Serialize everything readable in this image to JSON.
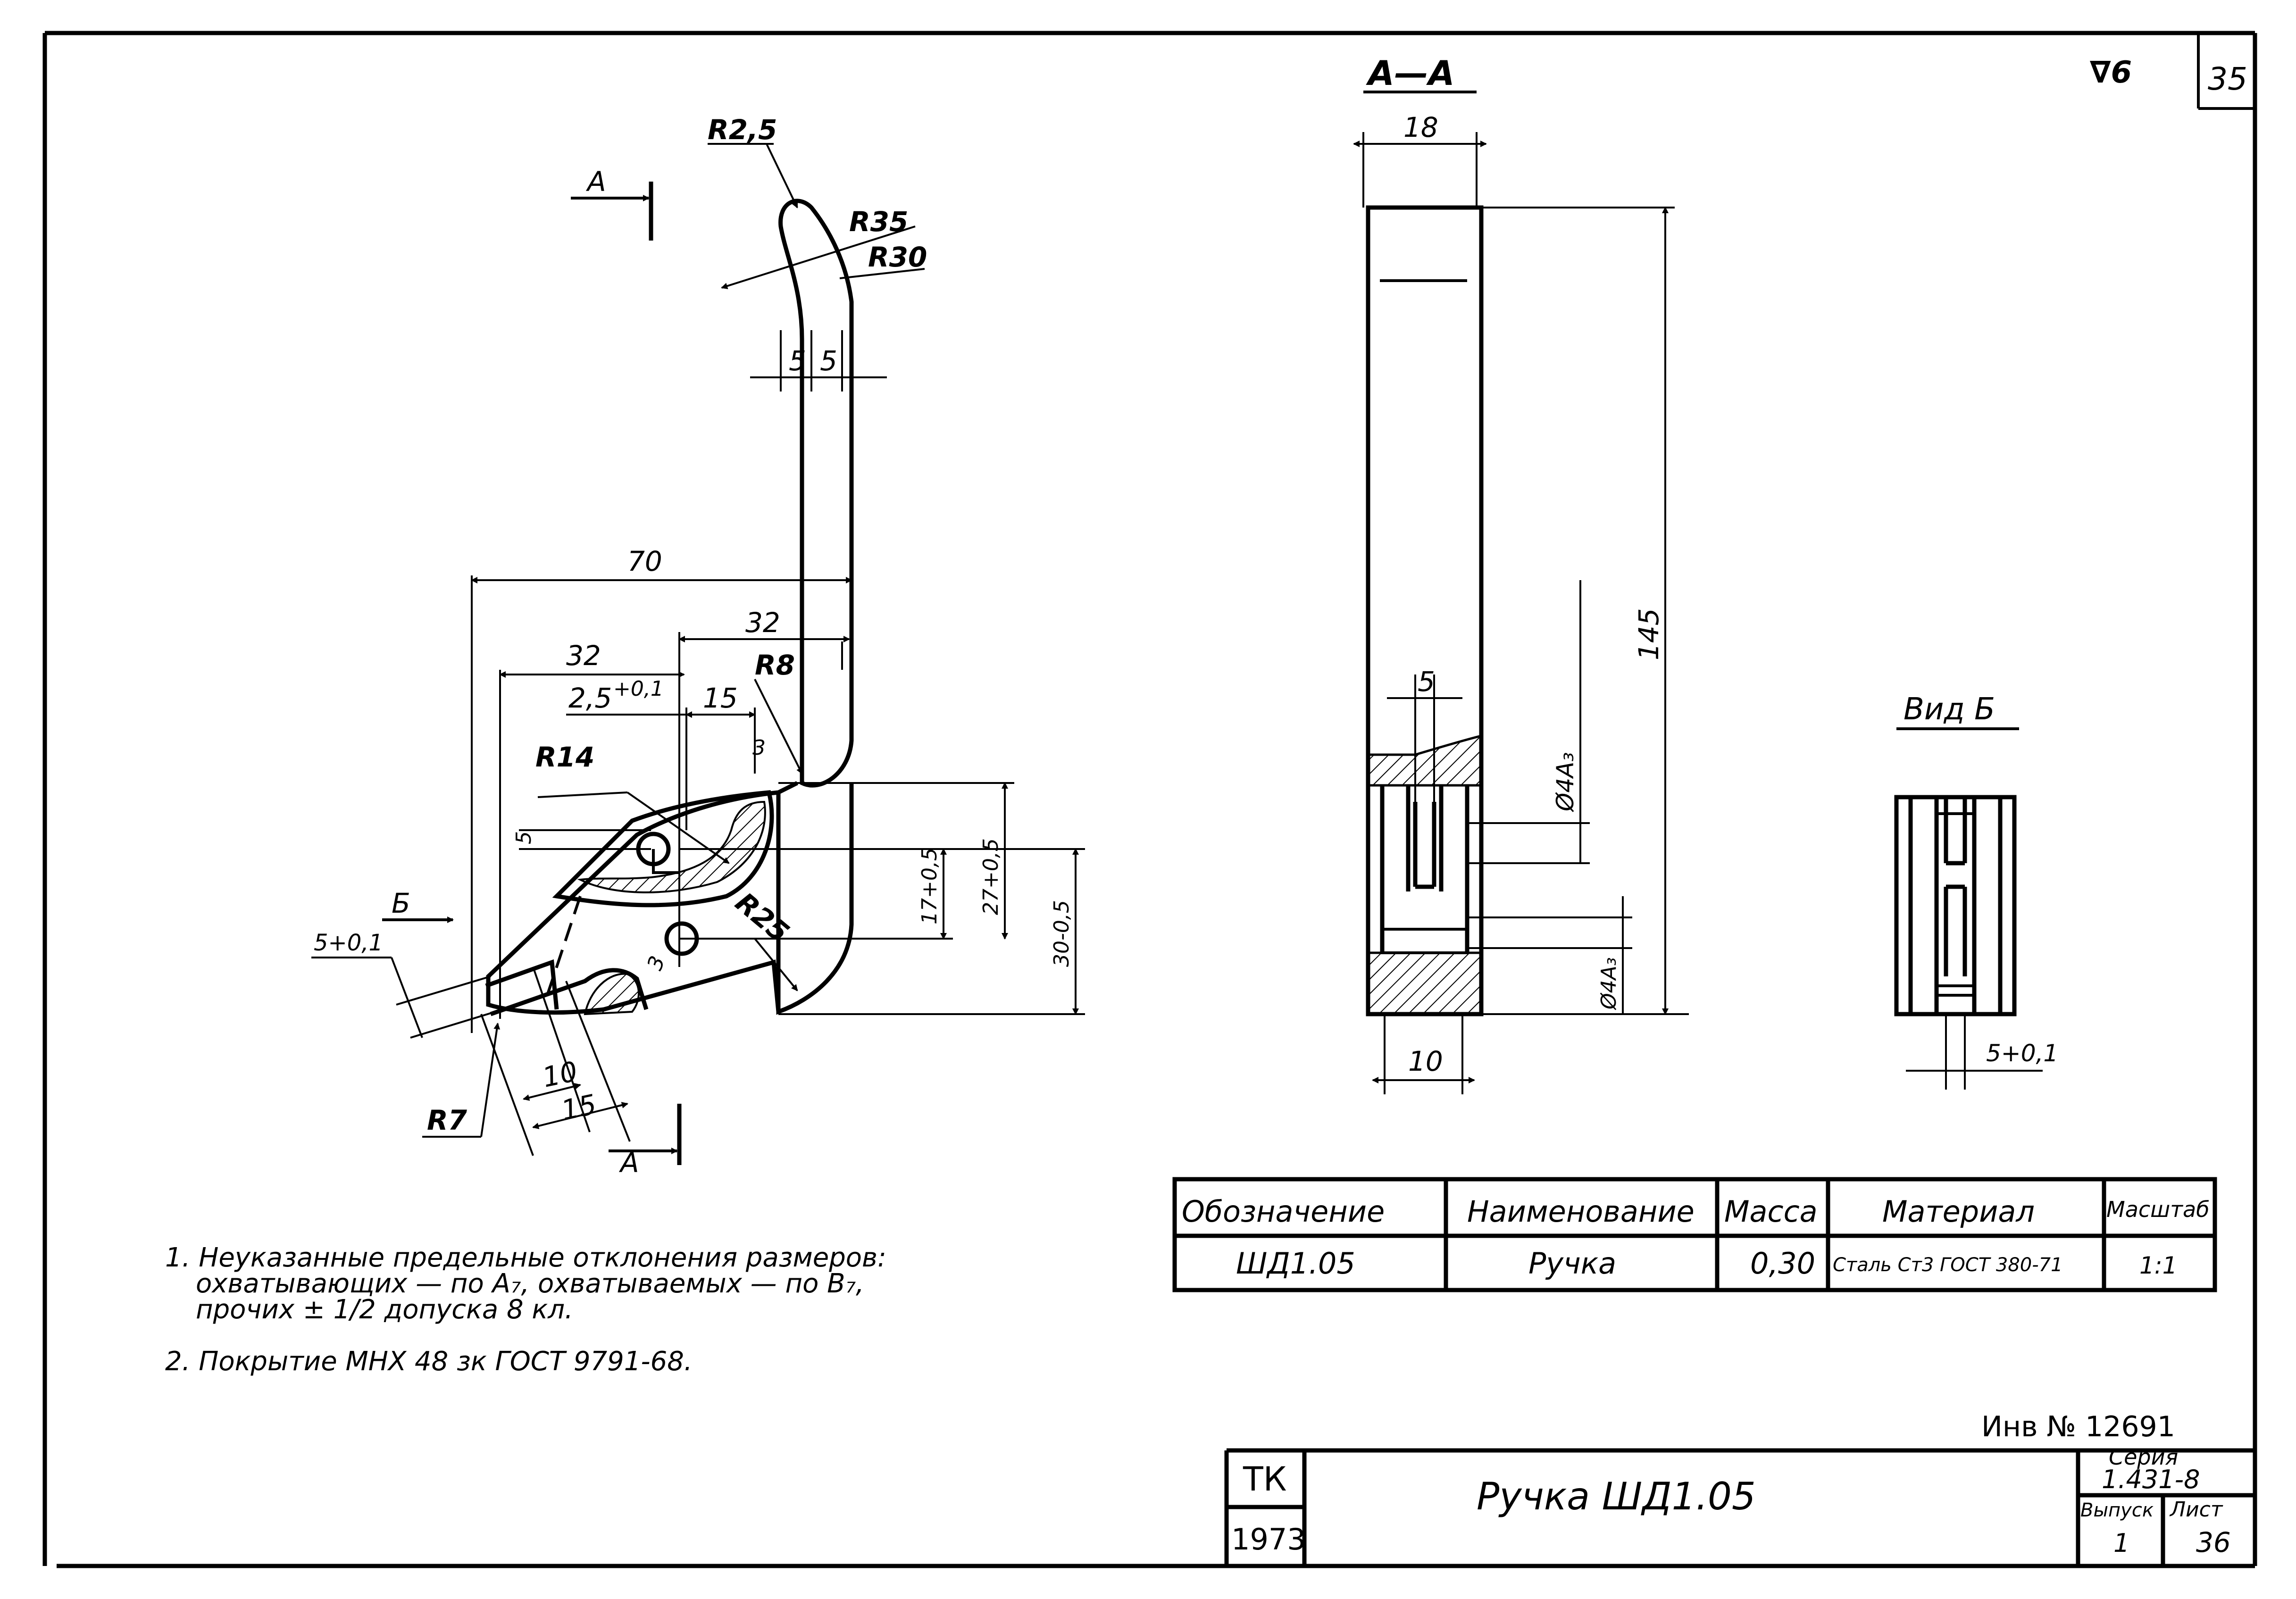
{
  "sheet": {
    "number": "35",
    "roughness": "∇6"
  },
  "section_label": "A—A",
  "view_label": "Вид Б",
  "main_view": {
    "dims": {
      "r2_5": "R2,5",
      "r35": "R35",
      "r30": "R30",
      "w5a": "5",
      "w5b": "5",
      "d70": "70",
      "d32a": "32",
      "d32b": "32",
      "tol25": "2,5",
      "tol25sup": "+0,1",
      "d15a": "15",
      "r8": "R8",
      "r14": "R14",
      "d3a": "3",
      "d5v": "5",
      "r25": "R25",
      "d3b": "3",
      "d17": "17+0,5",
      "d27": "27+0,5",
      "d30": "30-0,5",
      "tol5": "5+0,1",
      "d10": "10",
      "d15b": "15",
      "r7": "R7"
    },
    "arrow_a_top": "A",
    "arrow_a_bottom": "A",
    "arrow_b": "Б"
  },
  "section_view": {
    "dims": {
      "d18": "18",
      "d145": "145",
      "d5": "5",
      "hole_top": "Ø4A₃",
      "hole_bottom": "Ø4A₃",
      "d10": "10"
    }
  },
  "view_b": {
    "dims": {
      "tol5": "5+0,1"
    }
  },
  "spec_table": {
    "headers": [
      "Обозначение",
      "Наименование",
      "Масса",
      "Материал",
      "Масштаб"
    ],
    "row": [
      "ШД1.05",
      "Ручка",
      "0,30",
      "Сталь Ст3 ГОСТ 380-71",
      "1:1"
    ]
  },
  "notes": [
    "1. Неуказанные предельные отклонения размеров:",
    "охватывающих — по А₇, охватываемых — по В₇,",
    "прочих ± 1/2 допуска 8 кл.",
    "2. Покрытие МНХ 48 зк ГОСТ 9791-68."
  ],
  "inventory": "Инв № 12691",
  "title_block": {
    "org": "ТК",
    "year": "1973",
    "title": "Ручка ШД1.05",
    "series_label": "Серия",
    "series_value": "1.431-8",
    "issue_label": "Выпуск",
    "issue_value": "1",
    "sheet_label": "Лист",
    "sheet_value": "36"
  }
}
